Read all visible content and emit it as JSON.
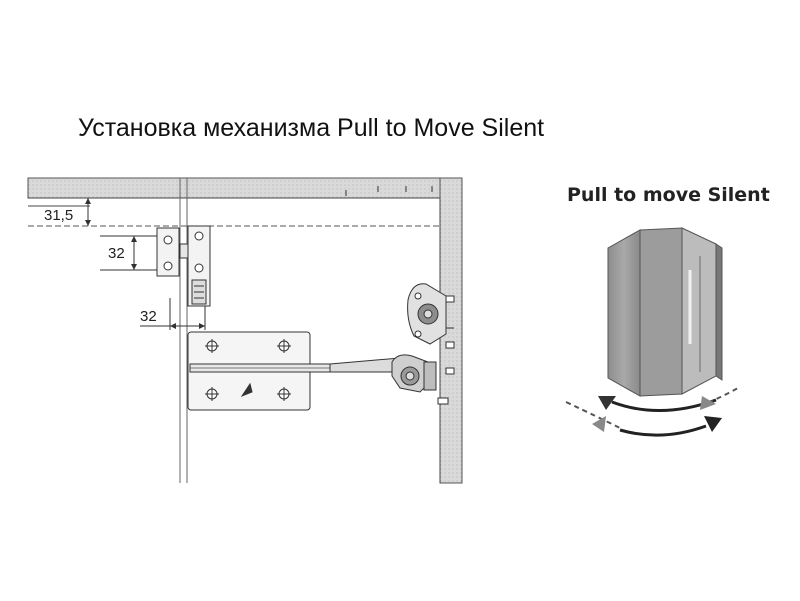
{
  "title": "Установка механизма Pull to Move Silent",
  "product_label": "Pull to move Silent",
  "dimensions": {
    "top_offset": "31,5",
    "vertical_spacing": "32",
    "horizontal_spacing": "32"
  }
}
